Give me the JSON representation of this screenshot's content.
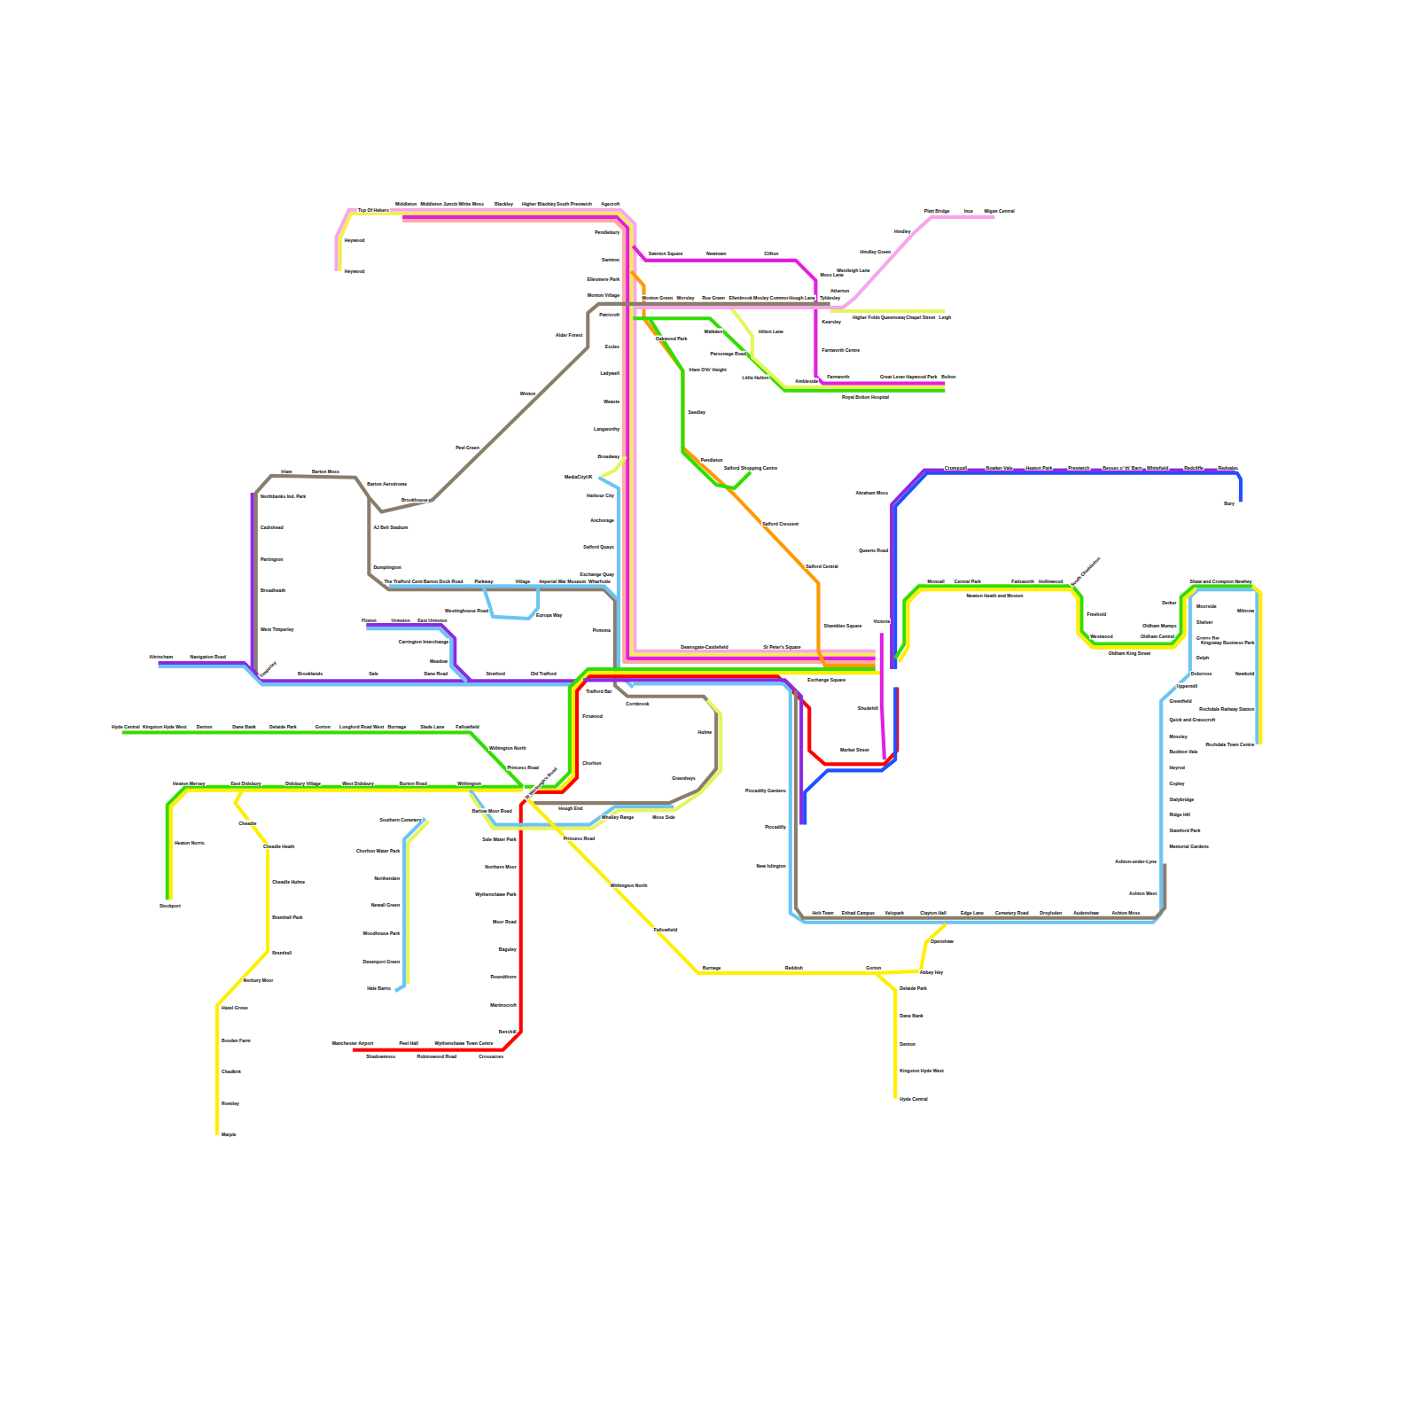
{
  "diagram": {
    "labels": [
      "Top Of Hebers",
      "Middleton",
      "Middleton Junction",
      "White Moss",
      "Blackley",
      "Higher Blackley",
      "South Prestwich",
      "Agecroft",
      "Heywood",
      "Heywood",
      "Pendlebury",
      "Swinton",
      "Ellesmere Park",
      "Monton Village",
      "Patricroft",
      "Eccles",
      "Ladywell",
      "Weaste",
      "Langworthy",
      "Broadway",
      "MediaCityUK",
      "Harbour City",
      "Anchorage",
      "Salford Quays",
      "Exchange Quay",
      "Wharfside",
      "Pomona",
      "Swinton Square",
      "Newtown",
      "Clifton",
      "Moss Lane",
      "Monton Green",
      "Worsley",
      "Roe Green",
      "Ellenbrook",
      "Mosley Common",
      "Hough Lane",
      "Tyldesley",
      "Higher Folds",
      "Queensway",
      "Chapel Street",
      "Leigh",
      "Atherton",
      "Westleigh Lane",
      "Hindley Green",
      "Hindley",
      "Platt Bridge",
      "Ince",
      "Wigan Central",
      "Kearsley",
      "Farnworth Centre",
      "Farnworth",
      "Great Lever",
      "Haywood Park",
      "Bolton",
      "Royal Bolton Hospital",
      "Ambleside",
      "Little Hulton",
      "Parsonage Road",
      "Walkden",
      "Hilton Lane",
      "Oakwood Park",
      "Irlam O'th' Height",
      "Seedley",
      "Pendleton",
      "Salford Shopping Centre",
      "Salford Crescent",
      "Salford Central",
      "Shambles Square",
      "Exchange Square",
      "Alder Forest",
      "Winton",
      "Peel Green",
      "Brookhouse",
      "Barton Aerodrome",
      "AJ Bell Stadium",
      "Dumplington",
      "Irlam",
      "Barton Moss",
      "Northbanks Ind. Park",
      "Cadishead",
      "Partington",
      "Broadheath",
      "West Timperley",
      "Timperley",
      "Altrincham",
      "Navigation Road",
      "Brooklands",
      "Sale",
      "Dane Road",
      "Stretford",
      "Old Trafford",
      "Trafford Bar",
      "The Trafford Centre",
      "Barton Dock Road",
      "Parkway",
      "Village",
      "Imperial War Museum",
      "Westinghouse Road",
      "Europa Way",
      "Flixton",
      "Urmston",
      "East Urmston",
      "Carrington Interchange",
      "Meadow",
      "Cornbrook",
      "Deansgate-Castlefield",
      "St Peter's Square",
      "Victoria",
      "Shudehill",
      "Market Street",
      "Piccadilly Gardens",
      "Piccadilly",
      "New Islington",
      "Hulme",
      "Greenheys",
      "Firswood",
      "Chorlton",
      "Hough End",
      "Whalley Range",
      "Moss Side",
      "Hyde Central",
      "Kingston Hyde West",
      "Denton",
      "Dane Bank",
      "Delaide Park",
      "Gorton",
      "Longford Road West",
      "Burnage",
      "Slade Lane",
      "Fallowfield",
      "Withington North",
      "Princess Road",
      "St Werburgh's Road",
      "Heaton Mersey",
      "East Didsbury",
      "Didsbury Village",
      "West Didsbury",
      "Burton Road",
      "Withington",
      "Heaton Norris",
      "Stockport",
      "Cheadle",
      "Cheadle Heath",
      "Cheadle Hulme",
      "Bramhall Park",
      "Bramhall",
      "Norbury Moor",
      "Hazel Grove",
      "Bosden Farm",
      "Chadkirk",
      "Romiley",
      "Marple",
      "Southern Cemetery",
      "Barlow Moor Road",
      "Chorlton Water Park",
      "Northenden",
      "Newall Green",
      "Woodhouse Park",
      "Davenport Green",
      "Hale Barns",
      "Sale Water Park",
      "Northern Moor",
      "Wythenshawe Park",
      "Moor Road",
      "Baguley",
      "Roundthorn",
      "Martinscroft",
      "Benchill",
      "Manchester Airport",
      "Peel Hall",
      "Wythenshawe Town Centre",
      "Shadowmoss",
      "Robinswood Road",
      "Crossacres",
      "Princess Road",
      "Withington North",
      "Fallowfield",
      "Burnage",
      "Reddish",
      "Gorton",
      "Openshaw",
      "Abbey Hey",
      "Delaide Park",
      "Dane Bank",
      "Denton",
      "Kingston Hyde West",
      "Hyde Central",
      "Holt Town",
      "Etihad Campus",
      "Velopark",
      "Clayton Hall",
      "Edge Lane",
      "Cemetery Road",
      "Droylsden",
      "Audenshaw",
      "Ashton Moss",
      "Ashton West",
      "Ashton-under-Lyne",
      "Memorial Gardens",
      "Stamford Park",
      "Ridge Hill",
      "Stalybridge",
      "Copley",
      "Heyrod",
      "Buckton Vale",
      "Mossley",
      "Quick and Grasscroft",
      "Greenfield",
      "Uppermill",
      "Dobcross",
      "Delph",
      "Grains Bar",
      "Shelver",
      "Moorside",
      "Derker",
      "Oldham Mumps",
      "Oldham Central",
      "Oldham King Street",
      "Westwood",
      "Freehold",
      "Shaw and Crompton",
      "Newhey",
      "Milnrow",
      "Kingsway Business Park",
      "Newbold",
      "Rochdale Railway Station",
      "Rochdale Town Centre",
      "South Chadderton",
      "Hollinwood",
      "Failsworth",
      "Newton Heath and Moston",
      "Central Park",
      "Monsall",
      "Abraham Moss",
      "Queens Road",
      "Crumpsall",
      "Bowker Vale",
      "Heaton Park",
      "Prestwich",
      "Besses o' th' Barn",
      "Whitefield",
      "Radcliffe",
      "Redvales",
      "Bury"
    ]
  }
}
